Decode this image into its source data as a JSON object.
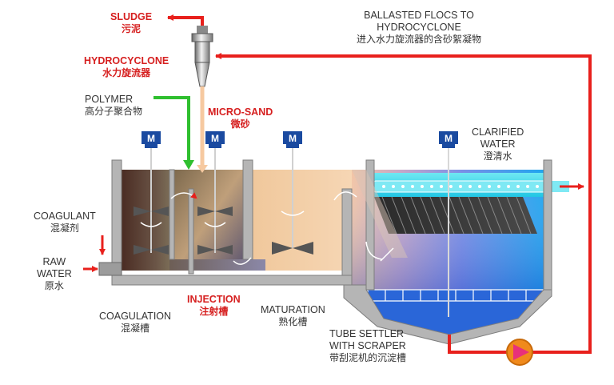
{
  "labels": {
    "sludge": {
      "en": "SLUDGE",
      "zh": "污泥"
    },
    "hydrocyclone": {
      "en": "HYDROCYCLONE",
      "zh": "水力旋流器"
    },
    "polymer": {
      "en": "POLYMER",
      "zh": "高分子聚合物"
    },
    "micro_sand": {
      "en": "MICRO-SAND",
      "zh": "微砂"
    },
    "ballasted": {
      "line1": "BALLASTED FLOCS TO",
      "line2": "HYDROCYCLONE",
      "zh": "进入水力旋流器的含砂絮凝物"
    },
    "clarified": {
      "line1": "CLARIFIED",
      "line2": "WATER",
      "zh": "澄清水"
    },
    "coagulant": {
      "en": "COAGULANT",
      "zh": "混凝剂"
    },
    "raw_water": {
      "line1": "RAW",
      "line2": "WATER",
      "zh": "原水"
    },
    "coagulation": {
      "en": "COAGULATION",
      "zh": "混凝槽"
    },
    "injection": {
      "en": "INJECTION",
      "zh": "注射槽"
    },
    "maturation": {
      "en": "MATURATION",
      "zh": "熟化槽"
    },
    "tube_settler": {
      "line1": "TUBE SETTLER",
      "line2": "WITH SCRAPER",
      "zh": "带刮泥机的沉淀槽"
    }
  },
  "mixer_letter": "M",
  "colors": {
    "sludge_line": "#e8201c",
    "polymer_line": "#2fbf2f",
    "sand_line": "#f6c9a0",
    "tank_wall": "#b5b5b5",
    "clarified_water": "#3ad7ea",
    "pump": "#e8317a"
  },
  "icons": [
    "mixer-motor-icon",
    "hydrocyclone-icon",
    "pump-icon",
    "impeller-icon"
  ]
}
